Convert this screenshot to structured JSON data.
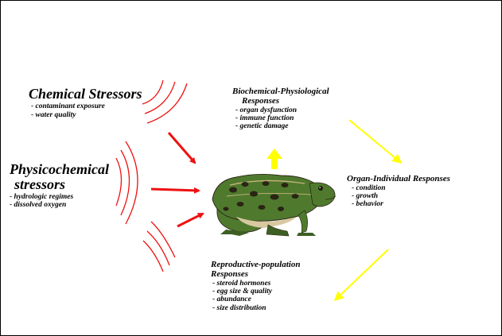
{
  "chemical": {
    "title": "Chemical Stressors",
    "items": [
      "- contaminant exposure",
      "- water quality"
    ]
  },
  "physicochemical": {
    "title_line1": "Physicochemical",
    "title_line2": "stressors",
    "items": [
      "- hydrologic regimes",
      "- dissolved oxygen"
    ]
  },
  "biochemical": {
    "title_line1": "Biochemical-Physiological",
    "title_line2": "Responses",
    "items": [
      "- organ dysfunction",
      "- immune function",
      "- genetic damage"
    ]
  },
  "organ": {
    "title": "Organ-Individual Responses",
    "items": [
      "- condition",
      "- growth",
      "- behavior"
    ]
  },
  "reproductive": {
    "title_line1": "Reproductive-population",
    "title_line2": "Responses",
    "items": [
      "- steroid hormones",
      "- egg size & quality",
      "- abundance",
      "- size distribution"
    ]
  },
  "colors": {
    "stressor_arcs": "#ee1111",
    "stressor_arrows": "#ee1111",
    "response_arrows": "#ffff00",
    "frog_green": "#4f7a2e",
    "frog_spots": "#2a2414",
    "frog_belly": "#d8c8a0"
  },
  "icons": {
    "frog": "frog-illustration"
  }
}
